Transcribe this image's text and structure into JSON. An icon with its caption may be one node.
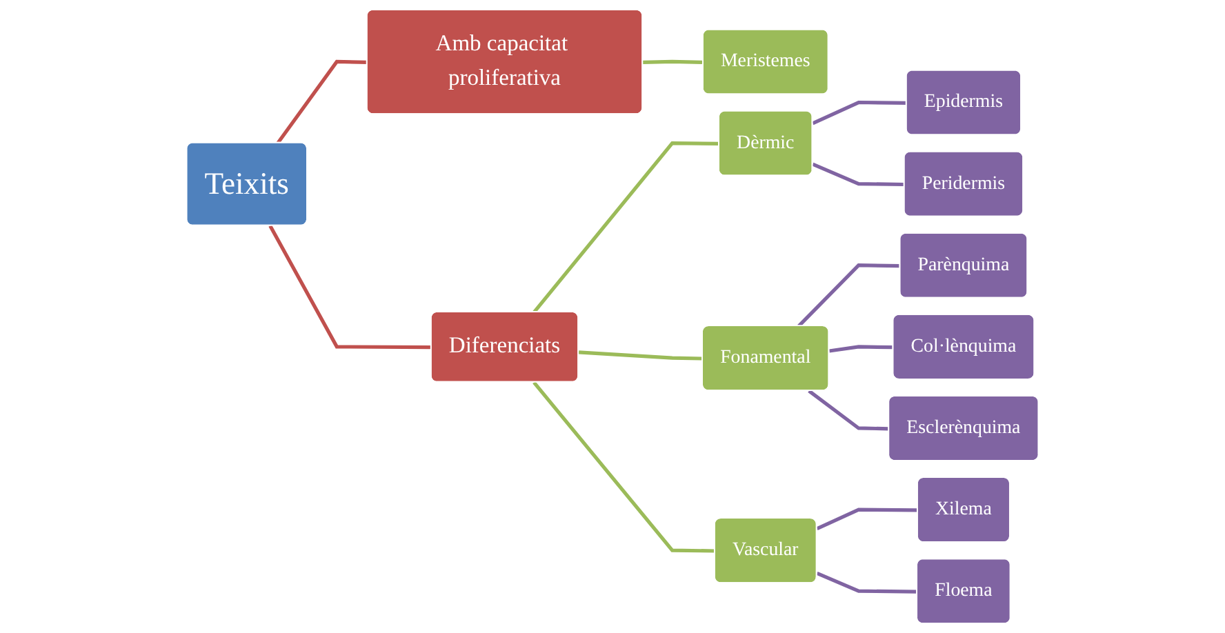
{
  "diagram": {
    "nodes": [
      {
        "text": [
          "Teixits"
        ]
      },
      {
        "text": [
          "Amb capacitat proliferativa"
        ]
      },
      {
        "text": [
          "Meristemes"
        ]
      },
      {
        "text": [
          "Diferenciats"
        ]
      },
      {
        "text": [
          "Dèrmic"
        ]
      },
      {
        "text": [
          "Epidermis"
        ]
      },
      {
        "text": [
          "Peridermis"
        ]
      },
      {
        "text": [
          "Fonamental"
        ]
      },
      {
        "text": [
          "Parènquima"
        ]
      },
      {
        "text": [
          "Col·lènquima"
        ]
      },
      {
        "text": [
          "Esclerènquima"
        ]
      },
      {
        "text": [
          "Vascular"
        ]
      },
      {
        "text": [
          "Xilema"
        ]
      },
      {
        "text": [
          "Floema"
        ]
      }
    ],
    "edges": [
      {
        "from": 0,
        "to": 1,
        "arrow": "none",
        "color": "#c0504d"
      },
      {
        "from": 0,
        "to": 3,
        "arrow": "none",
        "color": "#c0504d"
      },
      {
        "from": 1,
        "to": 2,
        "arrow": "none",
        "color": "#9bbb59"
      },
      {
        "from": 3,
        "to": 4,
        "arrow": "none",
        "color": "#9bbb59"
      },
      {
        "from": 3,
        "to": 7,
        "arrow": "none",
        "color": "#9bbb59"
      },
      {
        "from": 3,
        "to": 11,
        "arrow": "none",
        "color": "#9bbb59"
      },
      {
        "from": 4,
        "to": 5,
        "arrow": "none"
      },
      {
        "from": 4,
        "to": 6,
        "arrow": "none"
      },
      {
        "from": 7,
        "to": 8,
        "arrow": "none"
      },
      {
        "from": 7,
        "to": 9,
        "arrow": "none"
      },
      {
        "from": 7,
        "to": 10,
        "arrow": "none"
      },
      {
        "from": 11,
        "to": 12,
        "arrow": "none"
      },
      {
        "from": 11,
        "to": 13,
        "arrow": "none"
      }
    ]
  }
}
